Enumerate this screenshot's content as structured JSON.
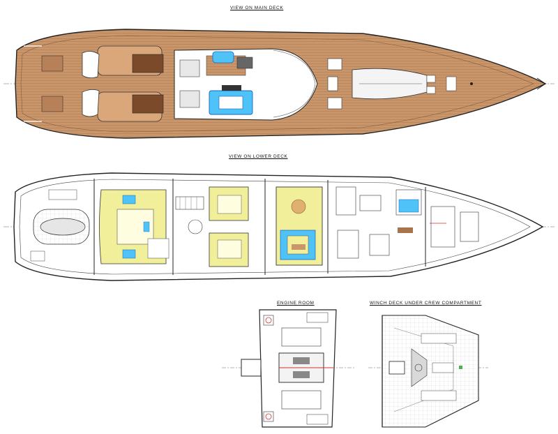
{
  "titles": {
    "main_deck": "VIEW ON MAIN DECK",
    "lower_deck": "VIEW ON LOWER DECK",
    "engine_room": "ENGINE ROOM",
    "winch_deck": "WINCH DECK UNDER CREW COMPARTMENT"
  },
  "colors": {
    "teak": "#c8966a",
    "teak_dark": "#a8744c",
    "guest_cabin": "#f2ef9a",
    "pool_water": "#4fc3f7",
    "line": "#333333",
    "red_accent": "#d32f2f"
  }
}
